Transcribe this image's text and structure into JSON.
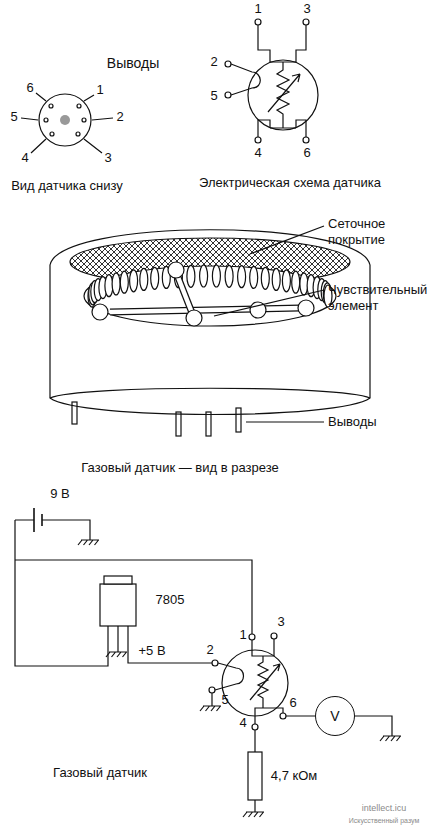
{
  "diagram": {
    "nodes": [
      {
        "text": [
          "V"
        ]
      }
    ],
    "labels": [
      "Выводы",
      "6",
      "1",
      "5",
      "2",
      "4",
      "3",
      "Вид датчика снизу",
      "1",
      "3",
      "2",
      "5",
      "4",
      "6",
      "Электрическая схема датчика",
      "Сеточное покрытие",
      "Чувствительный элемент",
      "Выводы",
      "Газовый датчик — вид в разрезе",
      "9 В",
      "7805",
      "+5 В",
      "2",
      "1",
      "3",
      "5",
      "4",
      "6",
      "4,7 кОм",
      "Газовый датчик",
      "intellect.icu",
      "Искусственный разум"
    ]
  }
}
